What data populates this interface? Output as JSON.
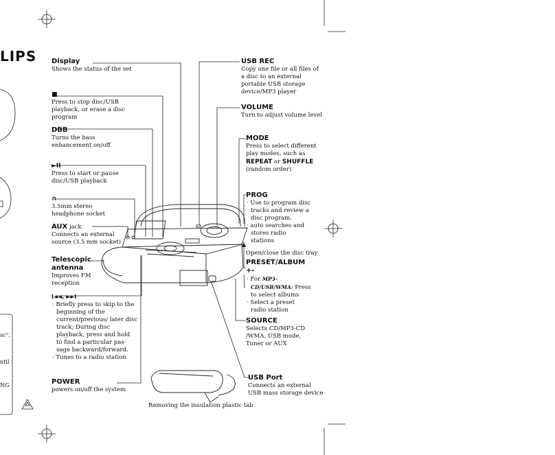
{
  "brand_fragment": "LIPS",
  "left_edge_fragments": [
    "sc\".",
    "ntil",
    "NG"
  ],
  "labels": {
    "display": {
      "title": "Display",
      "lines": [
        "Shows the status of the set"
      ]
    },
    "stop": {
      "icon": "■",
      "lines": [
        "Press to stop disc/USB",
        "playback, or erase a disc",
        "program"
      ]
    },
    "dbb": {
      "title": "DBB",
      "lines": [
        "Turns the bass",
        "enhancement on/off"
      ]
    },
    "playpause": {
      "icon": "►II",
      "lines": [
        "Press to start or pause",
        "disc/USB playback"
      ]
    },
    "headphone": {
      "icon": "∩",
      "lines": [
        "3.5mm stereo",
        "headphone socket"
      ]
    },
    "aux": {
      "title": "AUX",
      "title_suffix": " jack",
      "lines": [
        "Connects an external",
        "source (3.5 mm socket)"
      ]
    },
    "antenna": {
      "title_lines": [
        "Telescopic",
        "antenna"
      ],
      "lines": [
        "Improves FM",
        "reception"
      ]
    },
    "skip": {
      "icon": "I◄◄, ►►I",
      "items": [
        "Briefly press to skip to the beginning of the current/previous/ later disc track; During disc playback, press and hold to find a particular pas- sage backward/forward.",
        "Tunes to a radio station"
      ]
    },
    "power": {
      "title": "POWER",
      "lines": [
        "powers on/off the system"
      ]
    },
    "usbrec": {
      "title": "USB REC",
      "lines": [
        "Copy one file or all files of",
        "a disc to an external",
        "portable USB storage",
        "device/MP3 player"
      ]
    },
    "volume": {
      "title": "VOLUME",
      "lines": [
        "Turn to adjust volume level"
      ]
    },
    "mode": {
      "title": "MODE",
      "lines": [
        "Press to select different",
        "play modes, such as"
      ],
      "bold_line": [
        "REPEAT",
        " or ",
        "SHUFFLE"
      ],
      "tail": "(random order)"
    },
    "prog": {
      "title": "PROG",
      "items": [
        "Use to program disc tracks and review a disc program.",
        "auto searches and stores radio stations"
      ]
    },
    "tray": {
      "lines": [
        "Open/close the disc tray"
      ]
    },
    "preset": {
      "title": "PRESET/ALBUM +-",
      "items_prefix": "For ",
      "items_bold": "MP3-CD/USB/WMA:",
      "items": [
        "Press to select albums",
        "Select a preset radio station"
      ]
    },
    "source": {
      "title": "SOURCE",
      "lines": [
        "Selects CD/MP3-CD",
        "/WMA, USB mode,",
        "Tuner or AUX"
      ]
    },
    "usbport": {
      "title": "USB Port",
      "lines": [
        "Connects an external",
        "USB mass storage device"
      ]
    },
    "insulation": {
      "lines": [
        "Removing the insulation plastic tab"
      ]
    }
  }
}
